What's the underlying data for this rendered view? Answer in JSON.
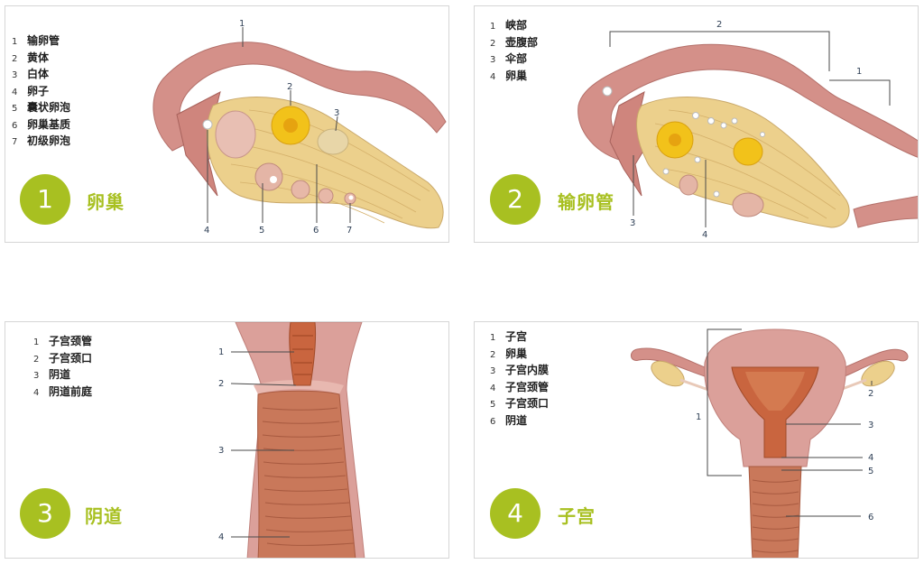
{
  "panels": [
    {
      "badge_number": "1",
      "title": "卵巢",
      "legend": [
        {
          "num": "1",
          "text": "输卵管"
        },
        {
          "num": "2",
          "text": "黄体"
        },
        {
          "num": "3",
          "text": "白体"
        },
        {
          "num": "4",
          "text": "卵子"
        },
        {
          "num": "5",
          "text": "囊状卵泡"
        },
        {
          "num": "6",
          "text": "卵巢基质"
        },
        {
          "num": "7",
          "text": "初级卵泡"
        }
      ],
      "callouts": [
        "1",
        "2",
        "3",
        "4",
        "5",
        "6",
        "7"
      ]
    },
    {
      "badge_number": "2",
      "title": "输卵管",
      "legend": [
        {
          "num": "1",
          "text": "峡部"
        },
        {
          "num": "2",
          "text": "壶腹部"
        },
        {
          "num": "3",
          "text": "伞部"
        },
        {
          "num": "4",
          "text": "卵巢"
        }
      ],
      "callouts": [
        "1",
        "2",
        "3",
        "4"
      ]
    },
    {
      "badge_number": "3",
      "title": "阴道",
      "legend": [
        {
          "num": "1",
          "text": "子宫颈管"
        },
        {
          "num": "2",
          "text": "子宫颈口"
        },
        {
          "num": "3",
          "text": "阴道"
        },
        {
          "num": "4",
          "text": "阴道前庭"
        }
      ],
      "callouts": [
        "1",
        "2",
        "3",
        "4"
      ]
    },
    {
      "badge_number": "4",
      "title": "子宫",
      "legend": [
        {
          "num": "1",
          "text": "子宫"
        },
        {
          "num": "2",
          "text": "卵巢"
        },
        {
          "num": "3",
          "text": "子宫内膜"
        },
        {
          "num": "4",
          "text": "子宫颈管"
        },
        {
          "num": "5",
          "text": "子宫颈口"
        },
        {
          "num": "6",
          "text": "阴道"
        }
      ],
      "callouts": [
        "1",
        "2",
        "3",
        "4",
        "5",
        "6"
      ]
    }
  ],
  "colors": {
    "accent": "#a8c021",
    "tissue": "#d9908a",
    "ovary": "#ecd08c",
    "corpus_luteum": "#f2c21a",
    "muscle": "#c8653f"
  }
}
